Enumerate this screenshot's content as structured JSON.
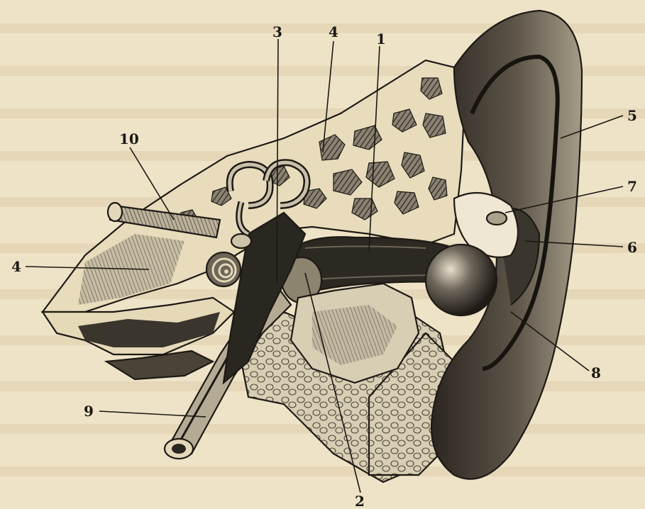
{
  "figure": {
    "labels": {
      "l1": "1",
      "l2": "2",
      "l3": "3",
      "l4_top": "4",
      "l4_left": "4",
      "l5": "5",
      "l6": "6",
      "l7": "7",
      "l8": "8",
      "l9": "9",
      "l10": "10"
    },
    "colors": {
      "paper": "#efe3c7",
      "ink": "#1d1a15",
      "dark_fill": "#2c2822",
      "bone": "#e9dcbc",
      "soft_tissue": "#cfc4aa"
    }
  }
}
